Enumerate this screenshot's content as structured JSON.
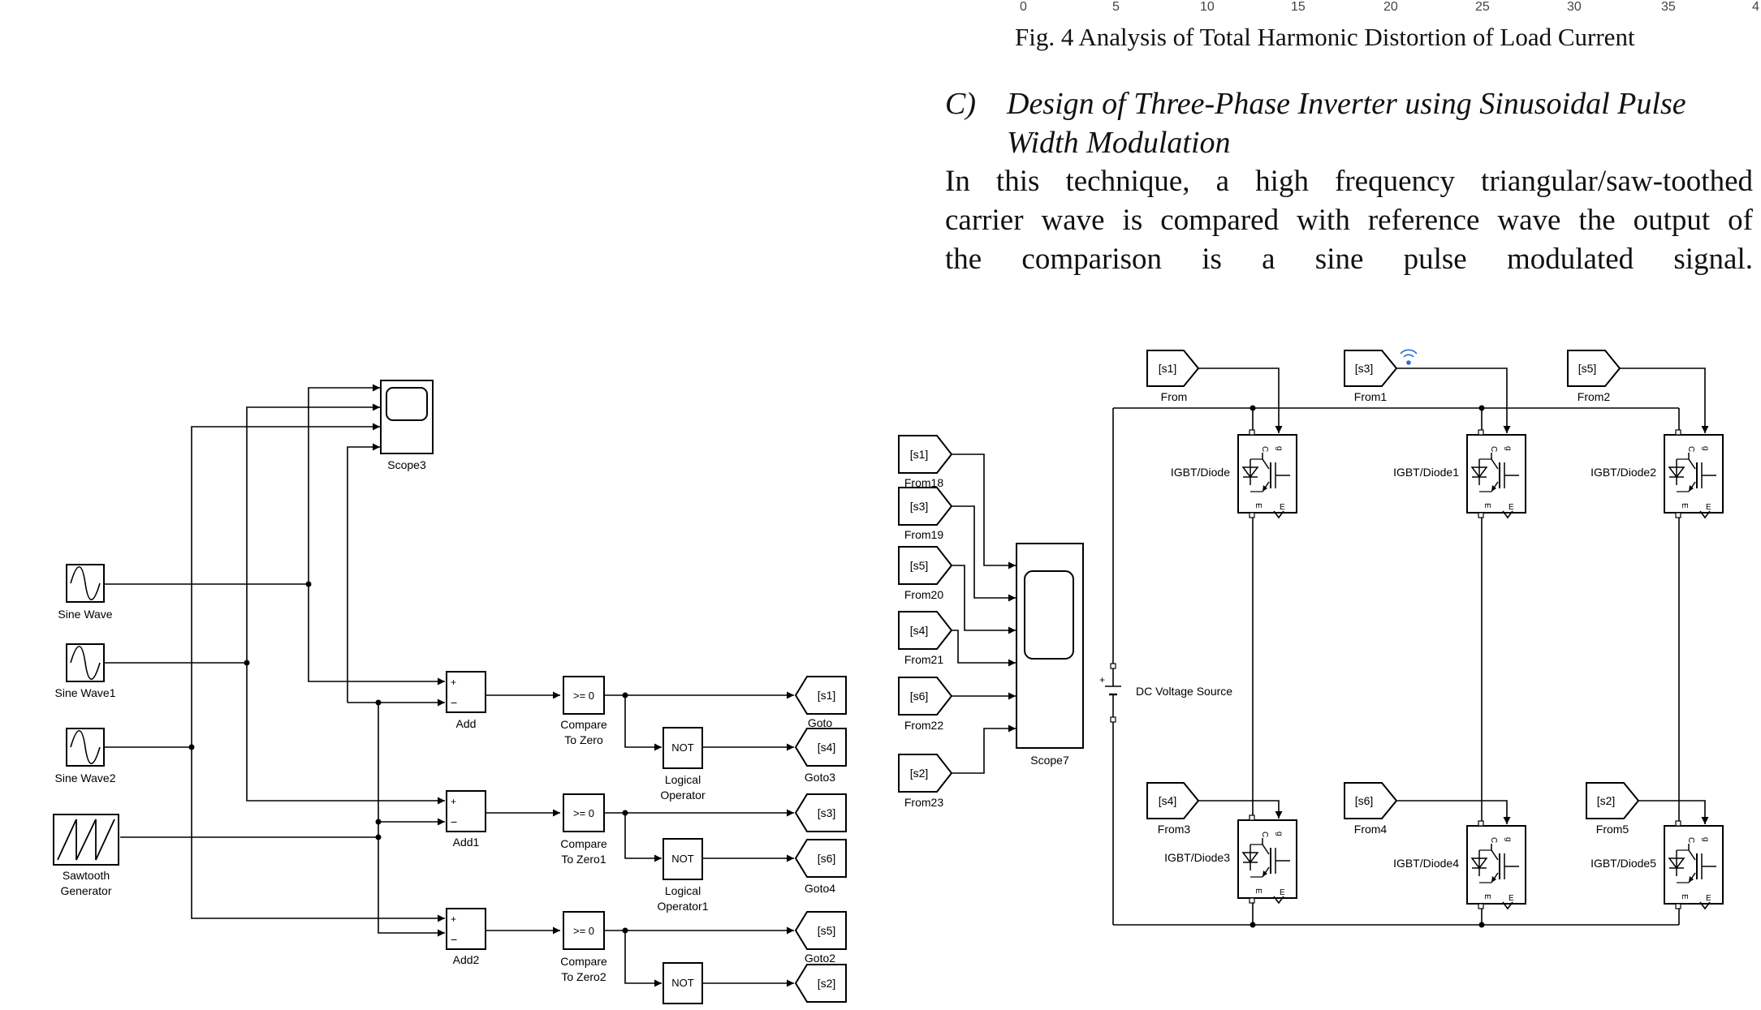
{
  "axis": {
    "ticks": [
      "0",
      "5",
      "10",
      "15",
      "20",
      "25",
      "30",
      "35",
      "4"
    ]
  },
  "caption": "Fig. 4 Analysis of Total Harmonic Distortion of Load Current",
  "section": {
    "number": "C)",
    "title_line1": "Design of Three-Phase Inverter using Sinusoidal Pulse",
    "title_line2": "Width Modulation"
  },
  "paragraph": {
    "line1": "In this technique, a high frequency triangular/saw-toothed",
    "line2": "carrier wave is compared with reference wave the output of",
    "line3": "the comparison is a sine pulse modulated signal."
  },
  "left": {
    "scope": "Scope3",
    "sources": [
      "Sine Wave",
      "Sine Wave1",
      "Sine Wave2"
    ],
    "sawtooth": [
      "Sawtooth",
      "Generator"
    ],
    "adders": [
      "Add",
      "Add1",
      "Add2"
    ],
    "plus": "+",
    "minus": "−",
    "compare_symbol": ">= 0",
    "compare_labels": [
      [
        "Compare",
        "To Zero"
      ],
      [
        "Compare",
        "To Zero1"
      ],
      [
        "Compare",
        "To Zero2"
      ]
    ],
    "not_symbol": "NOT",
    "not_labels": [
      [
        "Logical",
        "Operator"
      ],
      [
        "Logical",
        "Operator1"
      ]
    ],
    "gotos_top": [
      "[s1]",
      "[s3]",
      "[s5]"
    ],
    "gotos_bottom": [
      "[s4]",
      "[s6]",
      "[s2]"
    ],
    "goto_labels": [
      "Goto",
      "Goto3",
      "Goto4",
      "Goto2"
    ]
  },
  "right": {
    "from_tags_left": [
      "[s1]",
      "[s3]",
      "[s5]",
      "[s4]",
      "[s6]",
      "[s2]"
    ],
    "from_labels_left": [
      "From18",
      "From19",
      "From20",
      "From21",
      "From22",
      "From23"
    ],
    "scope": "Scope7",
    "from_tags_top": [
      "[s1]",
      "[s3]",
      "[s5]"
    ],
    "from_labels_top": [
      "From",
      "From1",
      "From2"
    ],
    "from_tags_bottom": [
      "[s4]",
      "[s6]",
      "[s2]"
    ],
    "from_labels_bottom": [
      "From3",
      "From4",
      "From5"
    ],
    "igbt_top": [
      "IGBT/Diode",
      "IGBT/Diode1",
      "IGBT/Diode2"
    ],
    "igbt_bottom": [
      "IGBT/Diode3",
      "IGBT/Diode4",
      "IGBT/Diode5"
    ],
    "dc_source": "DC Voltage Source",
    "dc_plus": "+",
    "pin_c": "C",
    "pin_g": "g",
    "pin_e": "E"
  },
  "colors": {
    "line": "#000000",
    "block_fill": "#ffffff",
    "badge": "#2a6fd6"
  },
  "icons": [
    "sine-wave-icon",
    "sawtooth-icon",
    "scope-screen-icon",
    "igbt-symbol-icon",
    "battery-icon",
    "signal-badge-icon"
  ]
}
